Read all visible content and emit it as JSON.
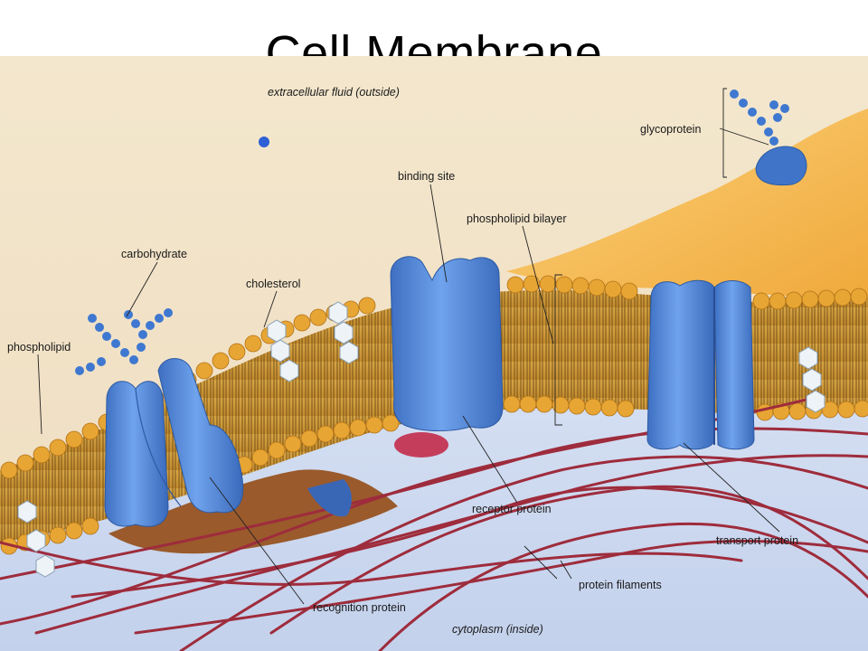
{
  "title": "Cell Membrane",
  "labels": {
    "extracellular": "extracellular fluid (outside)",
    "glycoprotein": "glycoprotein",
    "binding_site": "binding site",
    "phospholipid_bilayer": "phospholipid bilayer",
    "carbohydrate": "carbohydrate",
    "cholesterol": "cholesterol",
    "phospholipid": "phospholipid",
    "receptor_protein": "receptor protein",
    "transport_protein": "transport protein",
    "protein_filaments": "protein filaments",
    "recognition_protein": "recognition protein",
    "cytoplasm": "cytoplasm (inside)"
  },
  "colors": {
    "extracellular_bg": "#f1e4c8",
    "cytoplasm_bg": "#c9d6ef",
    "bilayer_core": "#d8a444",
    "lipid_head": "#e7a534",
    "protein_blue": "#4f86d8",
    "cytoskeleton_brown": "#9a5a2c",
    "filament": "#9e2c3c",
    "glyco_orange": "#f3b048"
  }
}
